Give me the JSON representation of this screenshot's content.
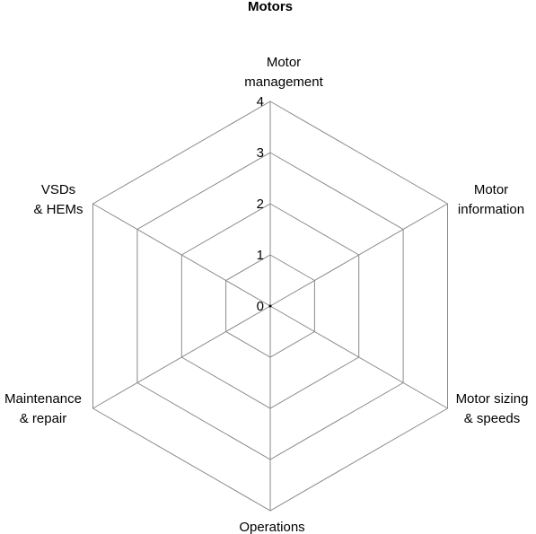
{
  "chart_data": {
    "type": "radar",
    "title": "Motors",
    "axes": [
      [
        "Motor",
        "management"
      ],
      [
        "Motor",
        "information"
      ],
      [
        "Motor sizing",
        "& speeds"
      ],
      [
        "Operations"
      ],
      [
        "Maintenance",
        "& repair"
      ],
      [
        "VSDs",
        "& HEMs"
      ]
    ],
    "rlim": [
      0,
      4
    ],
    "ticks": [
      "0",
      "1",
      "2",
      "3",
      "4"
    ],
    "grid": true,
    "series": []
  }
}
